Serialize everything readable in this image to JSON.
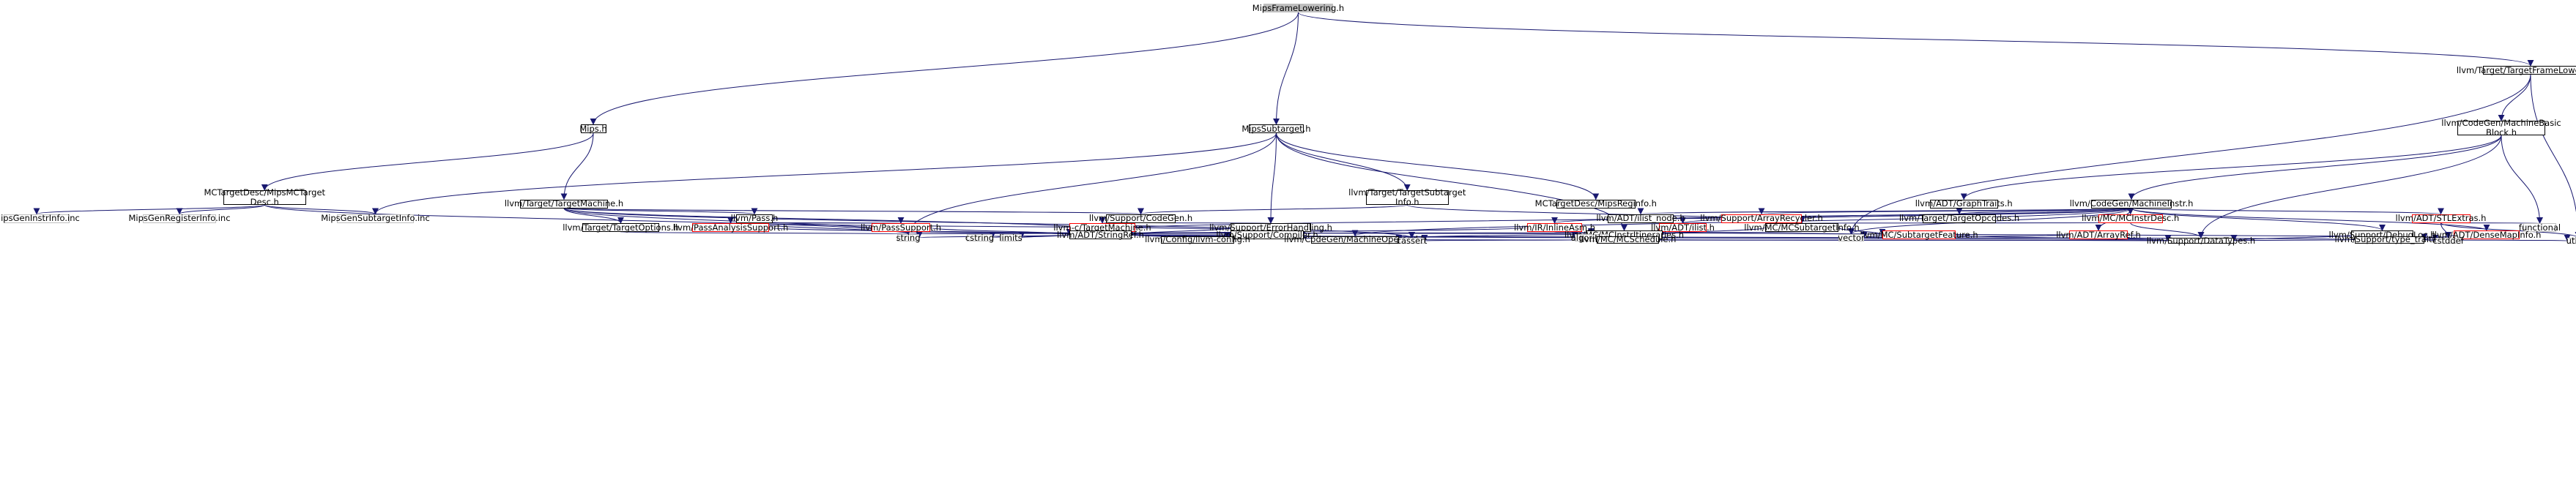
{
  "diagram": {
    "style": {
      "edge_color": "#191970",
      "node_border": "#000000",
      "external_border": "#bfbfbf",
      "root_fill": "#bfbfbf",
      "missing_border": "#ff0000"
    },
    "nodes": {
      "n_root": "MipsFrameLowering.h",
      "n_mips": "Mips.h",
      "n_subtarget": "MipsSubtarget.h",
      "n_tfl": "llvm/Target/TargetFrameLowering.h",
      "n_mcdesc": "MCTargetDesc/MipsMCTarget\nDesc.h",
      "n_tm": "llvm/Target/TargetMachine.h",
      "n_tsi": "llvm/Target/TargetSubtarget\nInfo.h",
      "n_reginfo": "MCTargetDesc/MipsReginfo.h",
      "n_mbb": "llvm/CodeGen/MachineBasic\nBlock.h",
      "n_graphtraits": "llvm/ADT/GraphTraits.h",
      "n_minstr": "llvm/CodeGen/MachineInstr.h",
      "n_geninstr": "MipsGenInstrInfo.inc",
      "n_genreg": "MipsGenRegisterInfo.inc",
      "n_gensub": "MipsGenSubtargetInfo.inc",
      "n_pass": "llvm/Pass.h",
      "n_codegen": "llvm/Support/CodeGen.h",
      "n_passanalysis": "llvm/PassAnalysisSupport.h",
      "n_passsupport": "llvm/PassSupport.h",
      "n_ctm": "llvm-c/TargetMachine.h",
      "n_errh": "llvm/Support/ErrorHandling.h",
      "n_topts": "llvm/Target/TargetOptions.h",
      "n_stringref": "llvm/ADT/StringRef.h",
      "n_compiler": "llvm/Support/Compiler.h",
      "n_ilistnode": "llvm/ADT/ilist_node.h",
      "n_arrayrecycler": "llvm/Support/ArrayRecycler.h",
      "n_topcodes": "llvm/Target/TargetOpcodes.h",
      "n_mcinstrdesc": "llvm/MC/MCInstrDesc.h",
      "n_stlextras": "llvm/ADT/STLExtras.h",
      "n_inlineasm": "llvm/IR/InlineAsm.h",
      "n_ilist": "llvm/ADT/ilist.h",
      "n_mcsubinfo": "llvm/MC/MCSubtargetInfo.h",
      "n_functional": "functional",
      "n_mcitin": "llvm/MC/MCInstrItineraries.h",
      "n_mcsubfeat": "llvm/MC/SubtargetFeature.h",
      "n_arrayref": "llvm/ADT/ArrayRef.h",
      "n_debugloc": "llvm/Support/DebugLoc.h",
      "n_densemapinfo": "llvm/ADT/DenseMapInfo.h",
      "n_string": "string",
      "n_cstring": "cstring",
      "n_limits": "limits",
      "n_algorithm": "algorithm",
      "n_vector": "vector",
      "n_config": "llvm/Config/llvm-config.h",
      "n_mop": "llvm/CodeGen/MachineOperand.h",
      "n_mcsched": "llvm/MC/MCSchedule.h",
      "n_typetraits": "llvm/Support/type_traits.h",
      "n_cassert": "cassert",
      "n_datatypes": "llvm/Support/DataTypes.h",
      "n_cstddef": "cstddef",
      "n_utility": "utility"
    }
  }
}
